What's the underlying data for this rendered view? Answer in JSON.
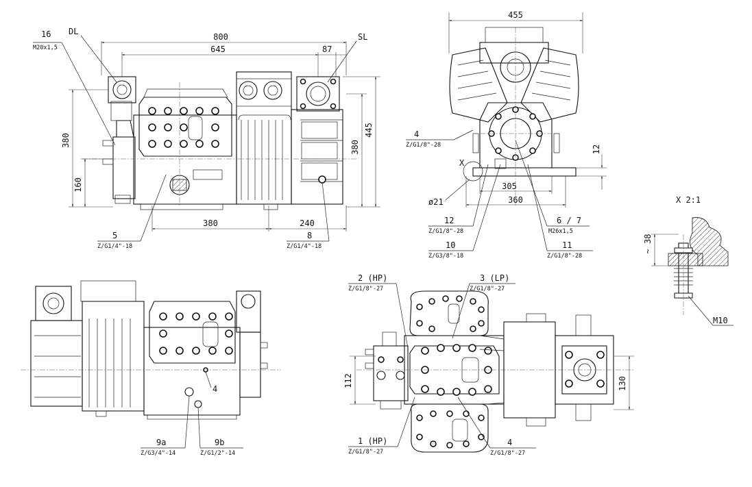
{
  "front": {
    "dim_800": "800",
    "dim_645": "645",
    "dim_87": "87",
    "dim_445": "445",
    "dim_380v_left": "380",
    "dim_380v_right": "380",
    "dim_160": "160",
    "dim_380h": "380",
    "dim_240": "240",
    "label_dl": "DL",
    "label_sl": "SL",
    "callout_16": {
      "num": "16",
      "spec": "M20x1,5"
    },
    "callout_5": {
      "num": "5",
      "spec": "Z/G1/4\"-18"
    },
    "callout_8": {
      "num": "8",
      "spec": "Z/G1/4\"-18"
    }
  },
  "side": {
    "dim_455": "455",
    "dim_12": "12",
    "dim_305": "305",
    "dim_360": "360",
    "dim_phi21": "ø21",
    "label_x": "X",
    "callout_4": {
      "num": "4",
      "spec": "Z/G1/8\"-28"
    },
    "callout_12": {
      "num": "12",
      "spec": "Z/G1/8\"-28"
    },
    "callout_10": {
      "num": "10",
      "spec": "Z/G3/8\"-18"
    },
    "callout_67": {
      "num": "6 / 7",
      "spec": "M26x1,5"
    },
    "callout_11": {
      "num": "11",
      "spec": "Z/G1/8\"-28"
    }
  },
  "detail": {
    "title": "X 2:1",
    "dim_38": "~ 38",
    "label_m10": "M10"
  },
  "rear": {
    "label_4": "4",
    "callout_9a": {
      "num": "9a",
      "spec": "Z/G3/4\"-14"
    },
    "callout_9b": {
      "num": "9b",
      "spec": "Z/G1/2\"-14"
    }
  },
  "top": {
    "dim_112": "112",
    "dim_130": "130",
    "callout_2": {
      "num": "2 (HP)",
      "spec": "Z/G1/8\"-27"
    },
    "callout_3": {
      "num": "3 (LP)",
      "spec": "Z/G1/8\"-27"
    },
    "callout_1": {
      "num": "1 (HP)",
      "spec": "Z/G1/8\"-27"
    },
    "callout_4": {
      "num": "4",
      "spec": "Z/G1/8\"-27"
    }
  }
}
